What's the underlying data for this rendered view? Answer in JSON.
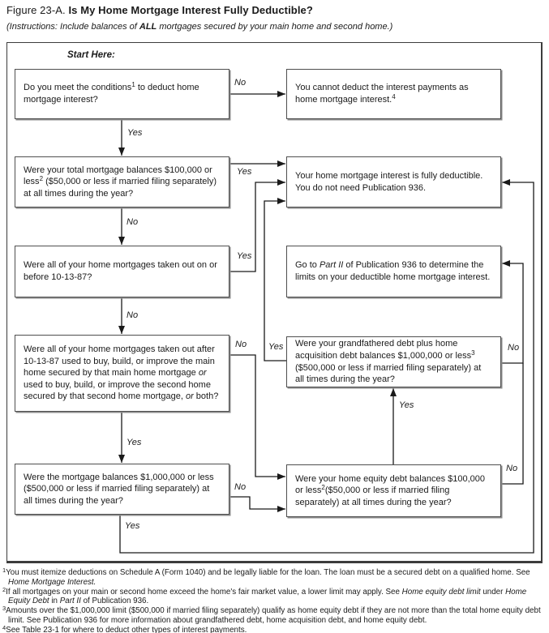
{
  "header": {
    "title_runs": [
      {
        "t": "Figure 23-A. "
      },
      {
        "t": "Is My Home Mortgage Interest Fully Deductible?",
        "b": 1
      }
    ],
    "instructions_runs": [
      {
        "t": "(Instructions: Include balances of "
      },
      {
        "t": "ALL",
        "b": 1
      },
      {
        "t": " mortgages secured by your main home and second home.)"
      }
    ]
  },
  "labels": {
    "start_here": "Start Here:",
    "yes": "Yes",
    "no": "No"
  },
  "boxes": {
    "q_conditions": {
      "runs": [
        {
          "t": "Do you meet the conditions"
        },
        {
          "t": "1",
          "sup": 1
        },
        {
          "t": " to deduct home mortgage interest?"
        }
      ]
    },
    "cannot_deduct": {
      "runs": [
        {
          "t": "You cannot deduct the interest payments as home mortgage interest."
        },
        {
          "t": "4",
          "sup": 1
        }
      ]
    },
    "q_total_balances": {
      "runs": [
        {
          "t": "Were your total mortgage balances $100,000 or less"
        },
        {
          "t": "2",
          "sup": 1
        },
        {
          "t": " ($50,000 or less if married filing separately) at all times during the year?"
        }
      ]
    },
    "fully_deductible": {
      "runs": [
        {
          "t": "Your home mortgage interest is fully deductible. You do not need Publication 936."
        }
      ]
    },
    "q_before_101387": {
      "runs": [
        {
          "t": "Were all of your home mortgages taken out on or before 10-13-87?"
        }
      ]
    },
    "go_to_part2": {
      "runs": [
        {
          "t": "Go to "
        },
        {
          "t": "Part II",
          "i": 1
        },
        {
          "t": " of Publication 936 to determine the limits on your deductible home mortgage interest."
        }
      ]
    },
    "q_after_101387": {
      "runs": [
        {
          "t": "Were all of your home mortgages taken out after 10-13-87 used to buy, build, or improve the main home secured by that main home mortgage "
        },
        {
          "t": "or",
          "i": 1
        },
        {
          "t": " used to buy, build, or improve the second home secured by that second home mortgage, "
        },
        {
          "t": "or",
          "i": 1
        },
        {
          "t": " both?"
        }
      ]
    },
    "q_grandfathered": {
      "runs": [
        {
          "t": "Were your grandfathered debt plus home acquisition debt balances $1,000,000 or less"
        },
        {
          "t": "3",
          "sup": 1
        },
        {
          "t": " ($500,000 or less if married filing separately) at all times during the year?"
        }
      ]
    },
    "q_million_balances": {
      "runs": [
        {
          "t": "Were the mortgage balances $1,000,000 or less ($500,000 or less if married filing separately) at all times during the year?"
        }
      ]
    },
    "q_home_equity": {
      "runs": [
        {
          "t": "Were your home equity debt balances $100,000 or less"
        },
        {
          "t": "2",
          "sup": 1
        },
        {
          "t": "($50,000 or less if married filing separately) at all times during the year?"
        }
      ]
    }
  },
  "footnotes": [
    {
      "runs": [
        {
          "t": "1",
          "sup": 1
        },
        {
          "t": "You must itemize deductions on Schedule A (Form 1040) and be legally liable for the loan. The loan must be a secured debt on a qualified home. See "
        },
        {
          "t": "Home Mortgage Interest.",
          "i": 1
        }
      ]
    },
    {
      "runs": [
        {
          "t": "2",
          "sup": 1
        },
        {
          "t": "If all mortgages on your main or second home exceed the home's fair market value, a lower limit may apply. See "
        },
        {
          "t": "Home equity debt limit",
          "i": 1
        },
        {
          "t": " under "
        },
        {
          "t": "Home Equity Debt",
          "i": 1
        },
        {
          "t": " in "
        },
        {
          "t": "Part II",
          "i": 1
        },
        {
          "t": " of Publication 936."
        }
      ]
    },
    {
      "runs": [
        {
          "t": "3",
          "sup": 1
        },
        {
          "t": "Amounts over the $1,000,000 limit ($500,000 if married filing separately) qualify as home equity debt if they are not more than the total home equity debt limit. See Publication 936 for more information about grandfathered debt, home acquisition debt, and home equity debt."
        }
      ]
    },
    {
      "runs": [
        {
          "t": "4",
          "sup": 1
        },
        {
          "t": "See Table 23-1 for where to deduct other types of interest payments."
        }
      ]
    }
  ],
  "colors": {
    "ink": "#1a1a1a",
    "box_border": "#4f4f4f",
    "box_shadow": "#8c8c8c",
    "frame_border": "#3c3c3c",
    "background": "#ffffff"
  }
}
